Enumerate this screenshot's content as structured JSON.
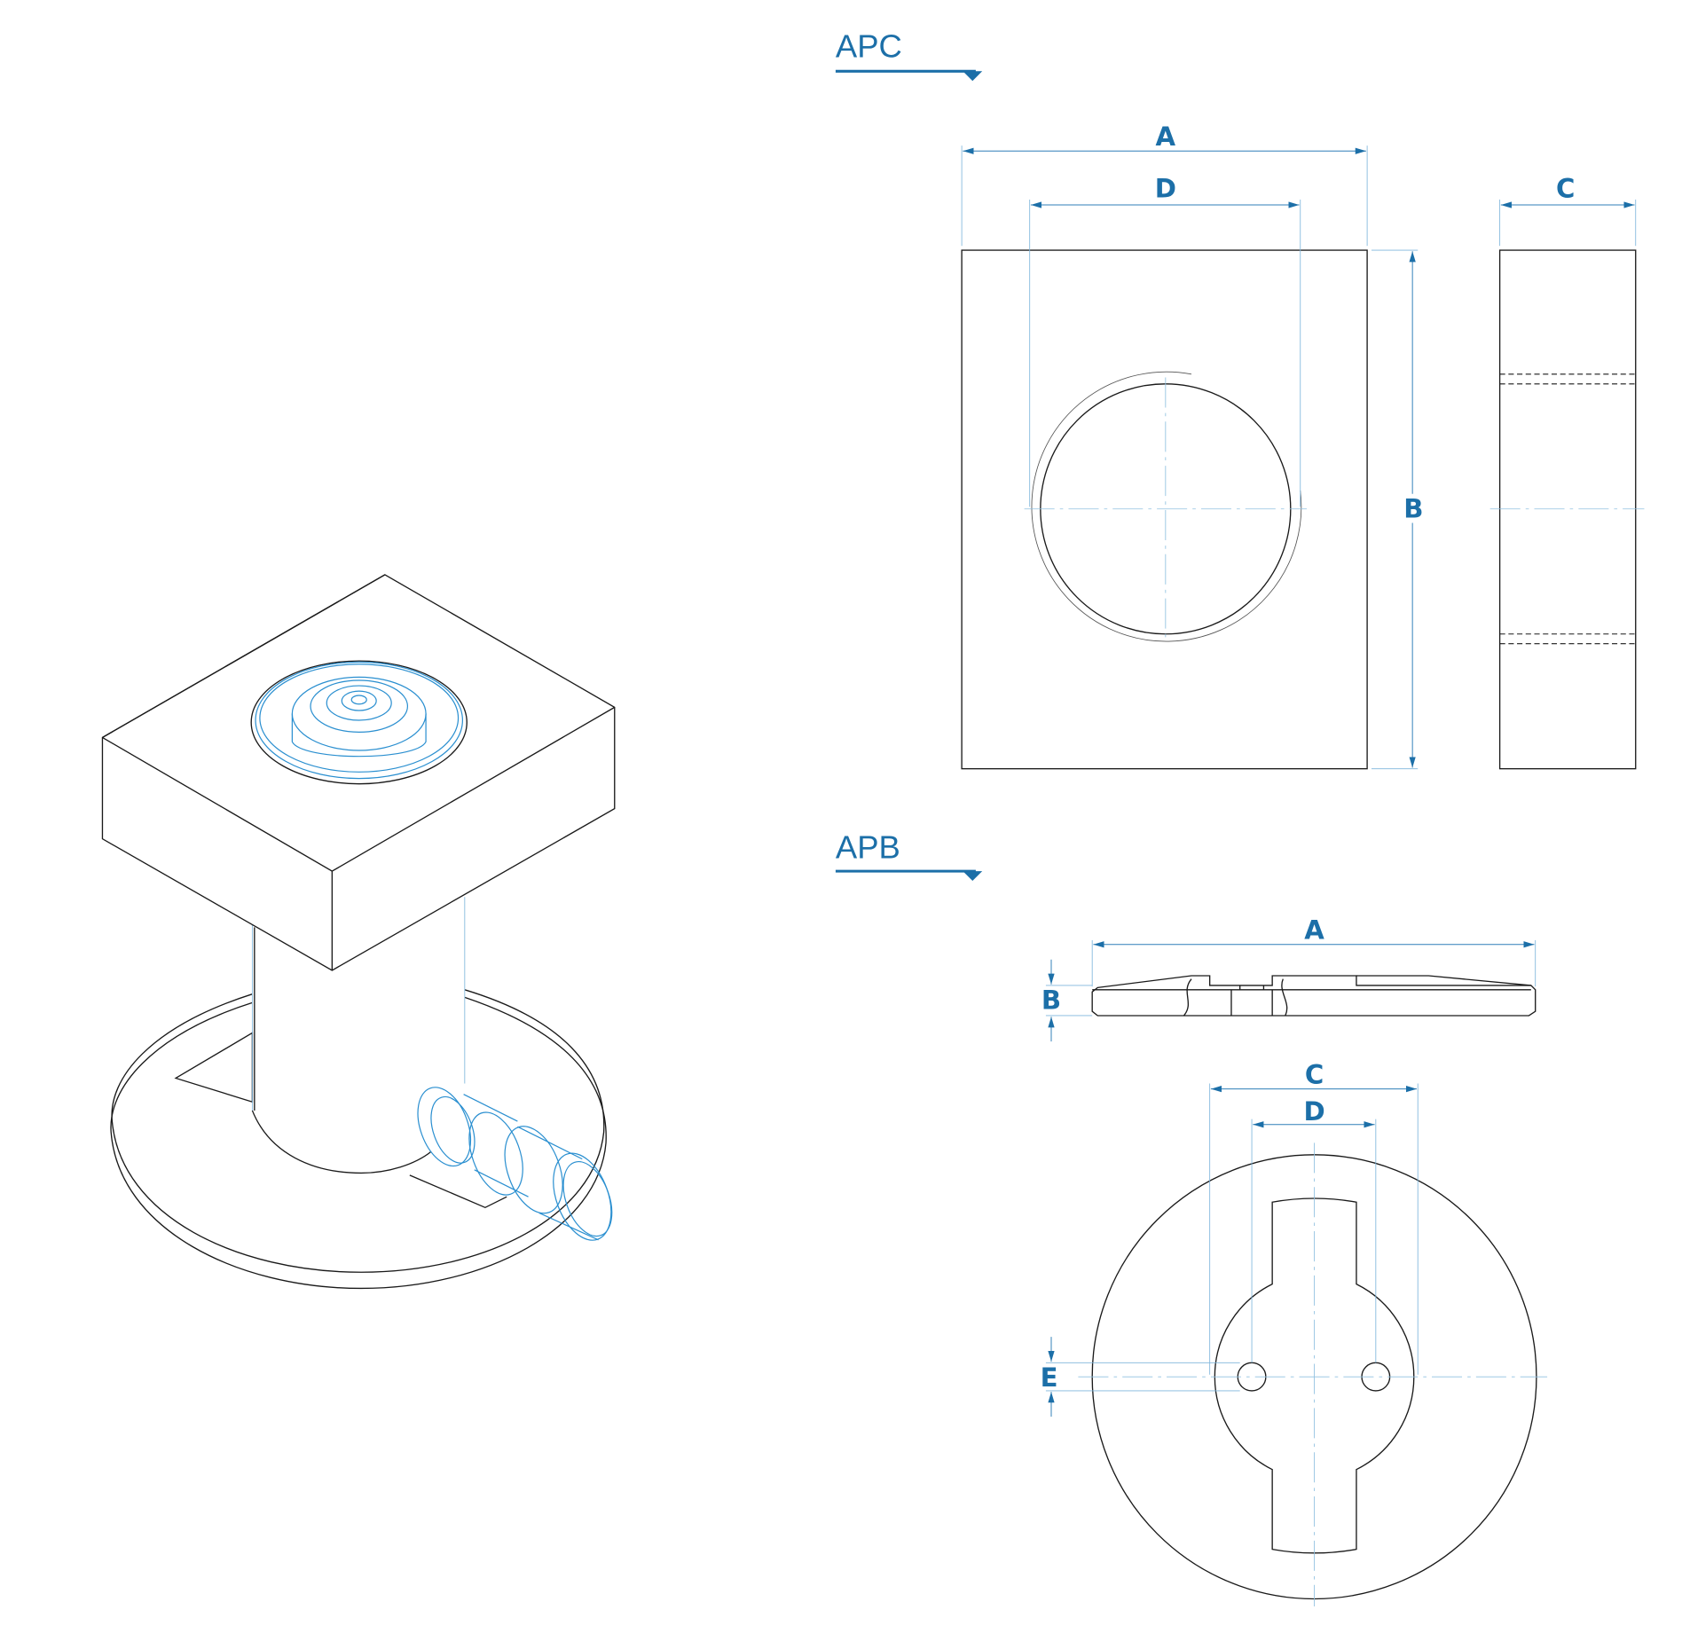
{
  "apc": {
    "title": "APC",
    "dims": {
      "a": "A",
      "d": "D",
      "b": "B",
      "c": "C"
    }
  },
  "apb": {
    "title": "APB",
    "dims": {
      "a": "A",
      "b": "B",
      "c": "C",
      "d": "D",
      "e": "E"
    }
  },
  "colors": {
    "accent": "#1c6fa8",
    "line": "#1a1a1a",
    "highlight": "#2a8fd0"
  }
}
